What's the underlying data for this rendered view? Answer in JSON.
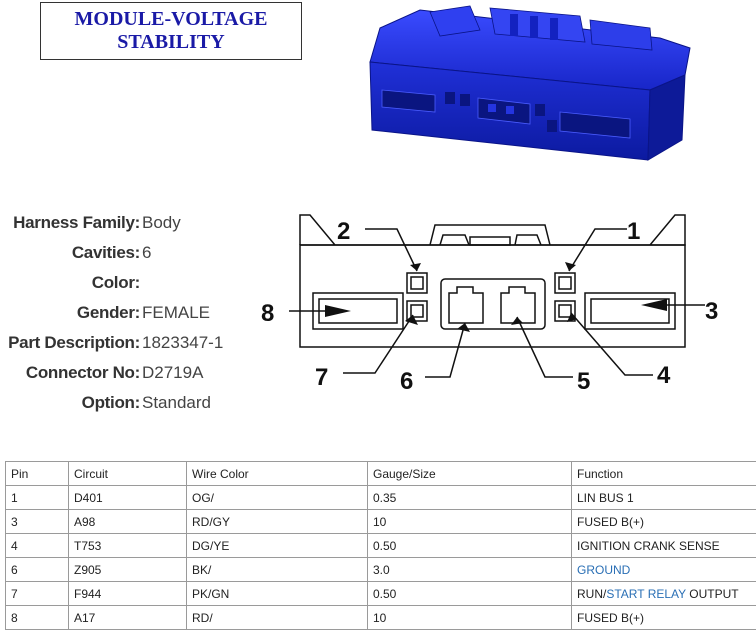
{
  "title": {
    "line1": "MODULE-VOLTAGE",
    "line2": "STABILITY"
  },
  "properties": [
    {
      "label": "Harness Family:",
      "value": "Body"
    },
    {
      "label": "Cavities:",
      "value": "6"
    },
    {
      "label": "Color:",
      "value": ""
    },
    {
      "label": "Gender:",
      "value": "FEMALE"
    },
    {
      "label": "Part Description:",
      "value": "1823347-1"
    },
    {
      "label": "Connector No:",
      "value": "D2719A"
    },
    {
      "label": "Option:",
      "value": "Standard"
    }
  ],
  "diagram": {
    "pin_labels": [
      "2",
      "1",
      "8",
      "3",
      "7",
      "6",
      "5",
      "4"
    ]
  },
  "table": {
    "headers": [
      "Pin",
      "Circuit",
      "Wire Color",
      "Gauge/Size",
      "Function"
    ],
    "rows": [
      {
        "pin": "1",
        "circuit": "D401",
        "wire_color": "OG/",
        "gauge": "0.35",
        "function": "LIN BUS 1"
      },
      {
        "pin": "3",
        "circuit": "A98",
        "wire_color": "RD/GY",
        "gauge": "10",
        "function": "FUSED B(+)"
      },
      {
        "pin": "4",
        "circuit": "T753",
        "wire_color": "DG/YE",
        "gauge": "0.50",
        "function": "IGNITION CRANK SENSE"
      },
      {
        "pin": "6",
        "circuit": "Z905",
        "wire_color": "BK/",
        "gauge": "3.0",
        "function_link": "GROUND"
      },
      {
        "pin": "7",
        "circuit": "F944",
        "wire_color": "PK/GN",
        "gauge": "0.50",
        "function_pre": "RUN/",
        "function_link": "START RELAY",
        "function_post": " OUTPUT"
      },
      {
        "pin": "8",
        "circuit": "A17",
        "wire_color": "RD/",
        "gauge": "10",
        "function": "FUSED B(+)"
      }
    ]
  },
  "colors": {
    "title_text": "#1a1aa6",
    "connector_body": "#1f2bd6",
    "link": "#2a6fb5"
  }
}
